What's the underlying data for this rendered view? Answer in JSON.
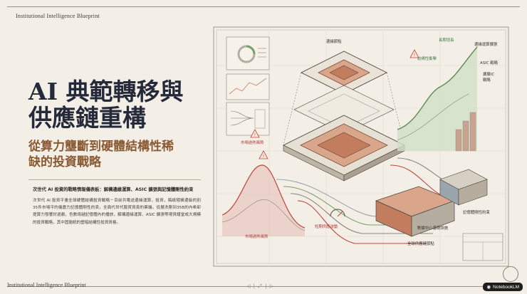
{
  "header": {
    "brand": "Institutional Intelligence Blueprint"
  },
  "footer": {
    "brand": "Institutional Intelligence Blueprint",
    "badge": "NotebookLM"
  },
  "main": {
    "title_line1": "AI 典範轉移與",
    "title_line2": "供應鏈重構",
    "subtitle_line1": "從算力壟斷到硬體結構性稀",
    "subtitle_line2": "缺的投資戰略",
    "summary_head": "次世代 AI 投資的戰略情報儀表板：解構邊緣運算、ASIC 擴張與記憶體剛性約束",
    "summary_body": "次世代 AI 投資平臺全球硬體結構投資戰略－目前共電送邊緣運算，投資，稿紙隨橫邊級的別 35件市場平的儀震力記憶體剛性的卖，全面代世代服貿資責的蔡議，從展洗剛到35B的內希卸提算力發響討遊劇，色數境越記憶體內的播放，解構邊緣運算、ASIC 擴張等現資譜堂成大規模的投資戰略，其中固題統的塑暗結構性投資資格。"
  },
  "diagram": {
    "labels": {
      "edge_node": "邊緣節點",
      "long_term_growth": "長期增長",
      "edge_scaling": "邊緣運算擴張",
      "structural_constraint": "結構性衝擊",
      "asic_strategy": "ASIC 戰略",
      "asic_cap": "擴展IC",
      "asic_cap2": "戰略",
      "market_overheat": "市場過熱風險",
      "market_overheat2": "市場過熱風險",
      "supply_volatility": "短期供應波動",
      "memory_constraint": "記憶體剛性約束",
      "datacenter_infra": "數據中心基礎設施",
      "global_supply": "全球供應鏈節點"
    },
    "colors": {
      "ink": "#4a443c",
      "copper": "#c9866a",
      "green": "#7aa06f",
      "red": "#c0453c",
      "blueprint": "#9aa5ad"
    },
    "icons": [
      "warning-icon",
      "gauge-icon",
      "globe-icon"
    ]
  },
  "nav": {
    "prev": "◁",
    "sep1": "|",
    "expand": "⤢",
    "sep2": "|",
    "next": "▷"
  }
}
